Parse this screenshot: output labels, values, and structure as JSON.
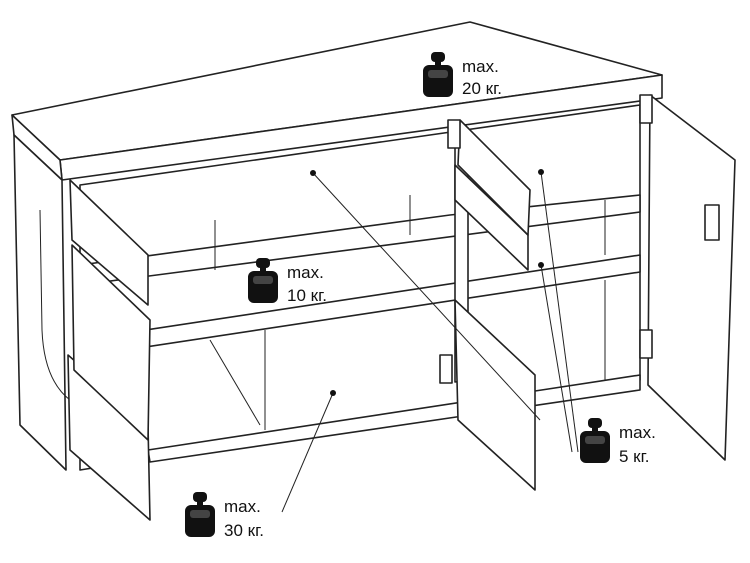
{
  "labels": {
    "top": {
      "line1": "max.",
      "line2": "20 кг."
    },
    "middle_shelf": {
      "line1": "max.",
      "line2": "10 кг."
    },
    "bottom_shelf": {
      "line1": "max.",
      "line2": "30 кг."
    },
    "right_shelves": {
      "line1": "max.",
      "line2": "5 кг."
    }
  },
  "icons": {
    "weight": "weight-icon"
  },
  "colors": {
    "line": "#222222",
    "background": "#ffffff"
  }
}
